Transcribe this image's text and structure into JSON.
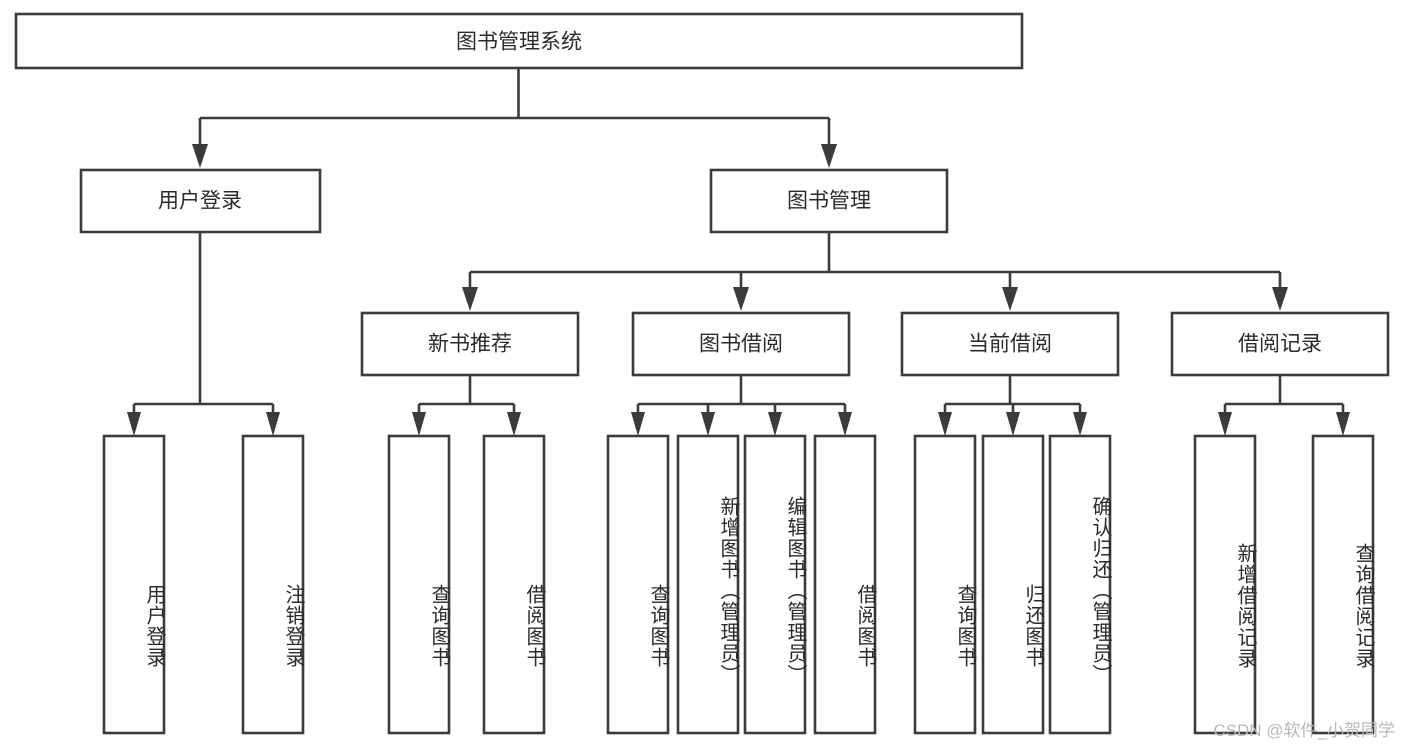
{
  "diagram": {
    "type": "tree-hierarchy-flowchart",
    "title": "图书管理系统",
    "watermark": "CSDN @软件_小贺同学",
    "colors": {
      "stroke": "#3b3b3b",
      "fill": "#ffffff",
      "text": "#2b2b2b",
      "watermark": "#b9b9b9",
      "background": "#ffffff"
    },
    "levels": [
      {
        "level": 1,
        "nodes": [
          {
            "id": "root",
            "label": "图书管理系统",
            "orientation": "horizontal"
          }
        ]
      },
      {
        "level": 2,
        "nodes": [
          {
            "id": "user-login",
            "label": "用户登录",
            "orientation": "horizontal",
            "parent": "root"
          },
          {
            "id": "book-management",
            "label": "图书管理",
            "orientation": "horizontal",
            "parent": "root"
          }
        ]
      },
      {
        "level": 3,
        "nodes": [
          {
            "id": "new-book-recommend",
            "label": "新书推荐",
            "orientation": "horizontal",
            "parent": "book-management"
          },
          {
            "id": "book-borrow",
            "label": "图书借阅",
            "orientation": "horizontal",
            "parent": "book-management"
          },
          {
            "id": "current-borrow",
            "label": "当前借阅",
            "orientation": "horizontal",
            "parent": "book-management"
          },
          {
            "id": "borrow-record",
            "label": "借阅记录",
            "orientation": "horizontal",
            "parent": "book-management"
          }
        ]
      },
      {
        "level": 4,
        "nodes": [
          {
            "id": "leaf-user-login",
            "label": "用户登录",
            "orientation": "vertical",
            "parent": "user-login"
          },
          {
            "id": "leaf-logout-login",
            "label": "注销登录",
            "orientation": "vertical",
            "parent": "user-login"
          },
          {
            "id": "leaf-query-book-1",
            "label": "查询图书",
            "orientation": "vertical",
            "parent": "new-book-recommend"
          },
          {
            "id": "leaf-borrow-book-1",
            "label": "借阅图书",
            "orientation": "vertical",
            "parent": "new-book-recommend"
          },
          {
            "id": "leaf-query-book-2",
            "label": "查询图书",
            "orientation": "vertical",
            "parent": "book-borrow"
          },
          {
            "id": "leaf-add-book-admin",
            "label": "新增图书（管理员）",
            "orientation": "vertical",
            "parent": "book-borrow"
          },
          {
            "id": "leaf-edit-book-admin",
            "label": "编辑图书（管理员）",
            "orientation": "vertical",
            "parent": "book-borrow"
          },
          {
            "id": "leaf-borrow-book-2",
            "label": "借阅图书",
            "orientation": "vertical",
            "parent": "book-borrow"
          },
          {
            "id": "leaf-query-book-3",
            "label": "查询图书",
            "orientation": "vertical",
            "parent": "current-borrow"
          },
          {
            "id": "leaf-return-book",
            "label": "归还图书",
            "orientation": "vertical",
            "parent": "current-borrow"
          },
          {
            "id": "leaf-confirm-return-admin",
            "label": "确认归还（管理员）",
            "orientation": "vertical",
            "parent": "current-borrow"
          },
          {
            "id": "leaf-add-borrow-record",
            "label": "新增借阅记录",
            "orientation": "vertical",
            "parent": "borrow-record"
          },
          {
            "id": "leaf-query-borrow-record",
            "label": "查询借阅记录",
            "orientation": "vertical",
            "parent": "borrow-record"
          }
        ]
      }
    ],
    "labels": {
      "root": "图书管理系统",
      "user_login": "用户登录",
      "book_management": "图书管理",
      "new_book_recommend": "新书推荐",
      "book_borrow": "图书借阅",
      "current_borrow": "当前借阅",
      "borrow_record": "借阅记录",
      "leaf_user_login": "用户登录",
      "leaf_logout_login": "注销登录",
      "leaf_query_book_1": "查询图书",
      "leaf_borrow_book_1": "借阅图书",
      "leaf_query_book_2": "查询图书",
      "leaf_add_book_admin": "新增图书（管理员）",
      "leaf_edit_book_admin": "编辑图书（管理员）",
      "leaf_borrow_book_2": "借阅图书",
      "leaf_query_book_3": "查询图书",
      "leaf_return_book": "归还图书",
      "leaf_confirm_return_admin": "确认归还（管理员）",
      "leaf_add_borrow_record": "新增借阅记录",
      "leaf_query_borrow_record": "查询借阅记录"
    }
  }
}
